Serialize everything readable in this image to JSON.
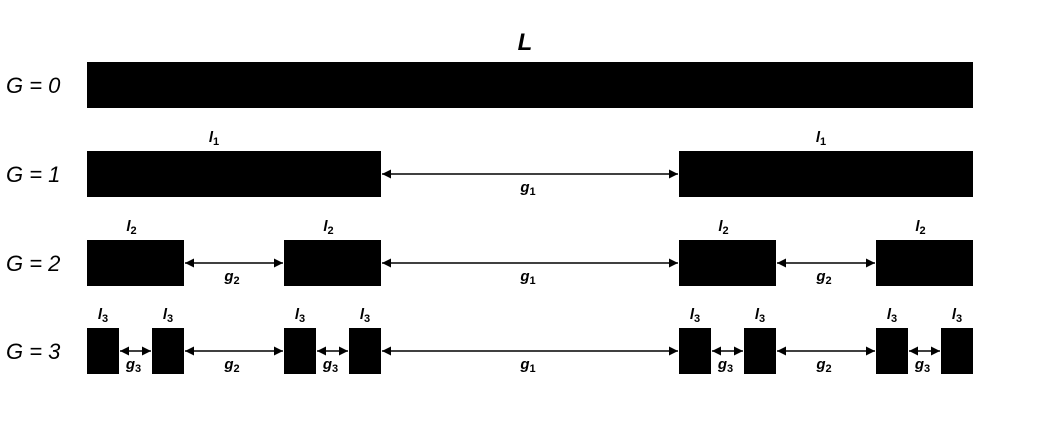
{
  "title": "L",
  "rows": [
    {
      "label": "G = 0",
      "bars": [
        {
          "label": ""
        }
      ],
      "gaps": []
    },
    {
      "label": "G = 1",
      "bars": [
        {
          "label": "l",
          "sub": "1"
        },
        {
          "label": "l",
          "sub": "1"
        }
      ],
      "gaps": [
        {
          "label": "g",
          "sub": "1"
        }
      ]
    },
    {
      "label": "G = 2",
      "bars": [
        {
          "label": "l",
          "sub": "2"
        },
        {
          "label": "l",
          "sub": "2"
        },
        {
          "label": "l",
          "sub": "2"
        },
        {
          "label": "l",
          "sub": "2"
        }
      ],
      "gaps": [
        {
          "label": "g",
          "sub": "2"
        },
        {
          "label": "g",
          "sub": "1"
        },
        {
          "label": "g",
          "sub": "2"
        }
      ]
    },
    {
      "label": "G = 3",
      "bars": [
        {
          "label": "l",
          "sub": "3"
        },
        {
          "label": "l",
          "sub": "3"
        },
        {
          "label": "l",
          "sub": "3"
        },
        {
          "label": "l",
          "sub": "3"
        },
        {
          "label": "l",
          "sub": "3"
        },
        {
          "label": "l",
          "sub": "3"
        },
        {
          "label": "l",
          "sub": "3"
        },
        {
          "label": "l",
          "sub": "3"
        }
      ],
      "gaps": [
        {
          "label": "g",
          "sub": "3"
        },
        {
          "label": "g",
          "sub": "2"
        },
        {
          "label": "g",
          "sub": "3"
        },
        {
          "label": "g",
          "sub": "1"
        },
        {
          "label": "g",
          "sub": "3"
        },
        {
          "label": "g",
          "sub": "2"
        },
        {
          "label": "g",
          "sub": "3"
        }
      ]
    }
  ],
  "colors": {
    "bar": "#000000",
    "arrow": "#000000",
    "background": "#ffffff"
  }
}
